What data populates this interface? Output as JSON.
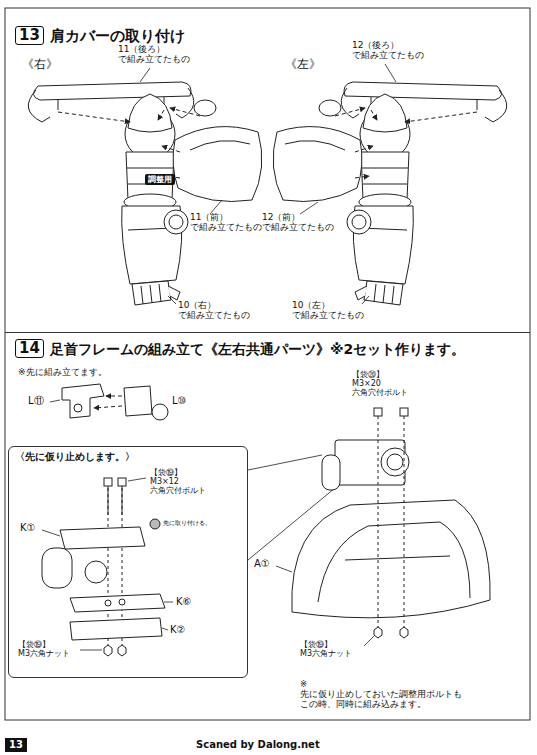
{
  "diagram": {
    "nodes": [
      {
        "text": [
          "13",
          "肩カバーの取り付け"
        ]
      },
      {
        "text": [
          "14",
          "足首フレームの組み立て《左右共通パーツ》※2セット作ります。"
        ]
      },
      {
        "text": [
          "〈先に仮り止めします。〉"
        ],
        "in": 1
      },
      {
        "text": [
          "調整用"
        ],
        "in": 2
      },
      {
        "text": [
          "13"
        ]
      }
    ],
    "labels": [
      "《右》",
      "11（後ろ） で組み立てたもの",
      "11（前） で組み立てたもの",
      "10（右） で組み立てたもの",
      "《左》",
      "12（後ろ） で組み立てたもの",
      "12（前） で組み立てたもの",
      "10（左） で組み立てたもの",
      "※先に組み立てます。",
      "L⑪",
      "L⑩",
      "【袋⑲】 M3×12 六角穴付ボルト",
      "先に取り付ける。",
      "K①",
      "K⑥",
      "K②",
      "【袋⑲】 M3六角ナット",
      "【袋⑳】 M3×20 六角穴付ボルト",
      "A①",
      "【袋⑲】 M3六角ナット",
      "※先に仮り止めしておいた調整用ボルトも この時、同時に組み込みます。",
      "Scaned by Dalong.net"
    ]
  }
}
